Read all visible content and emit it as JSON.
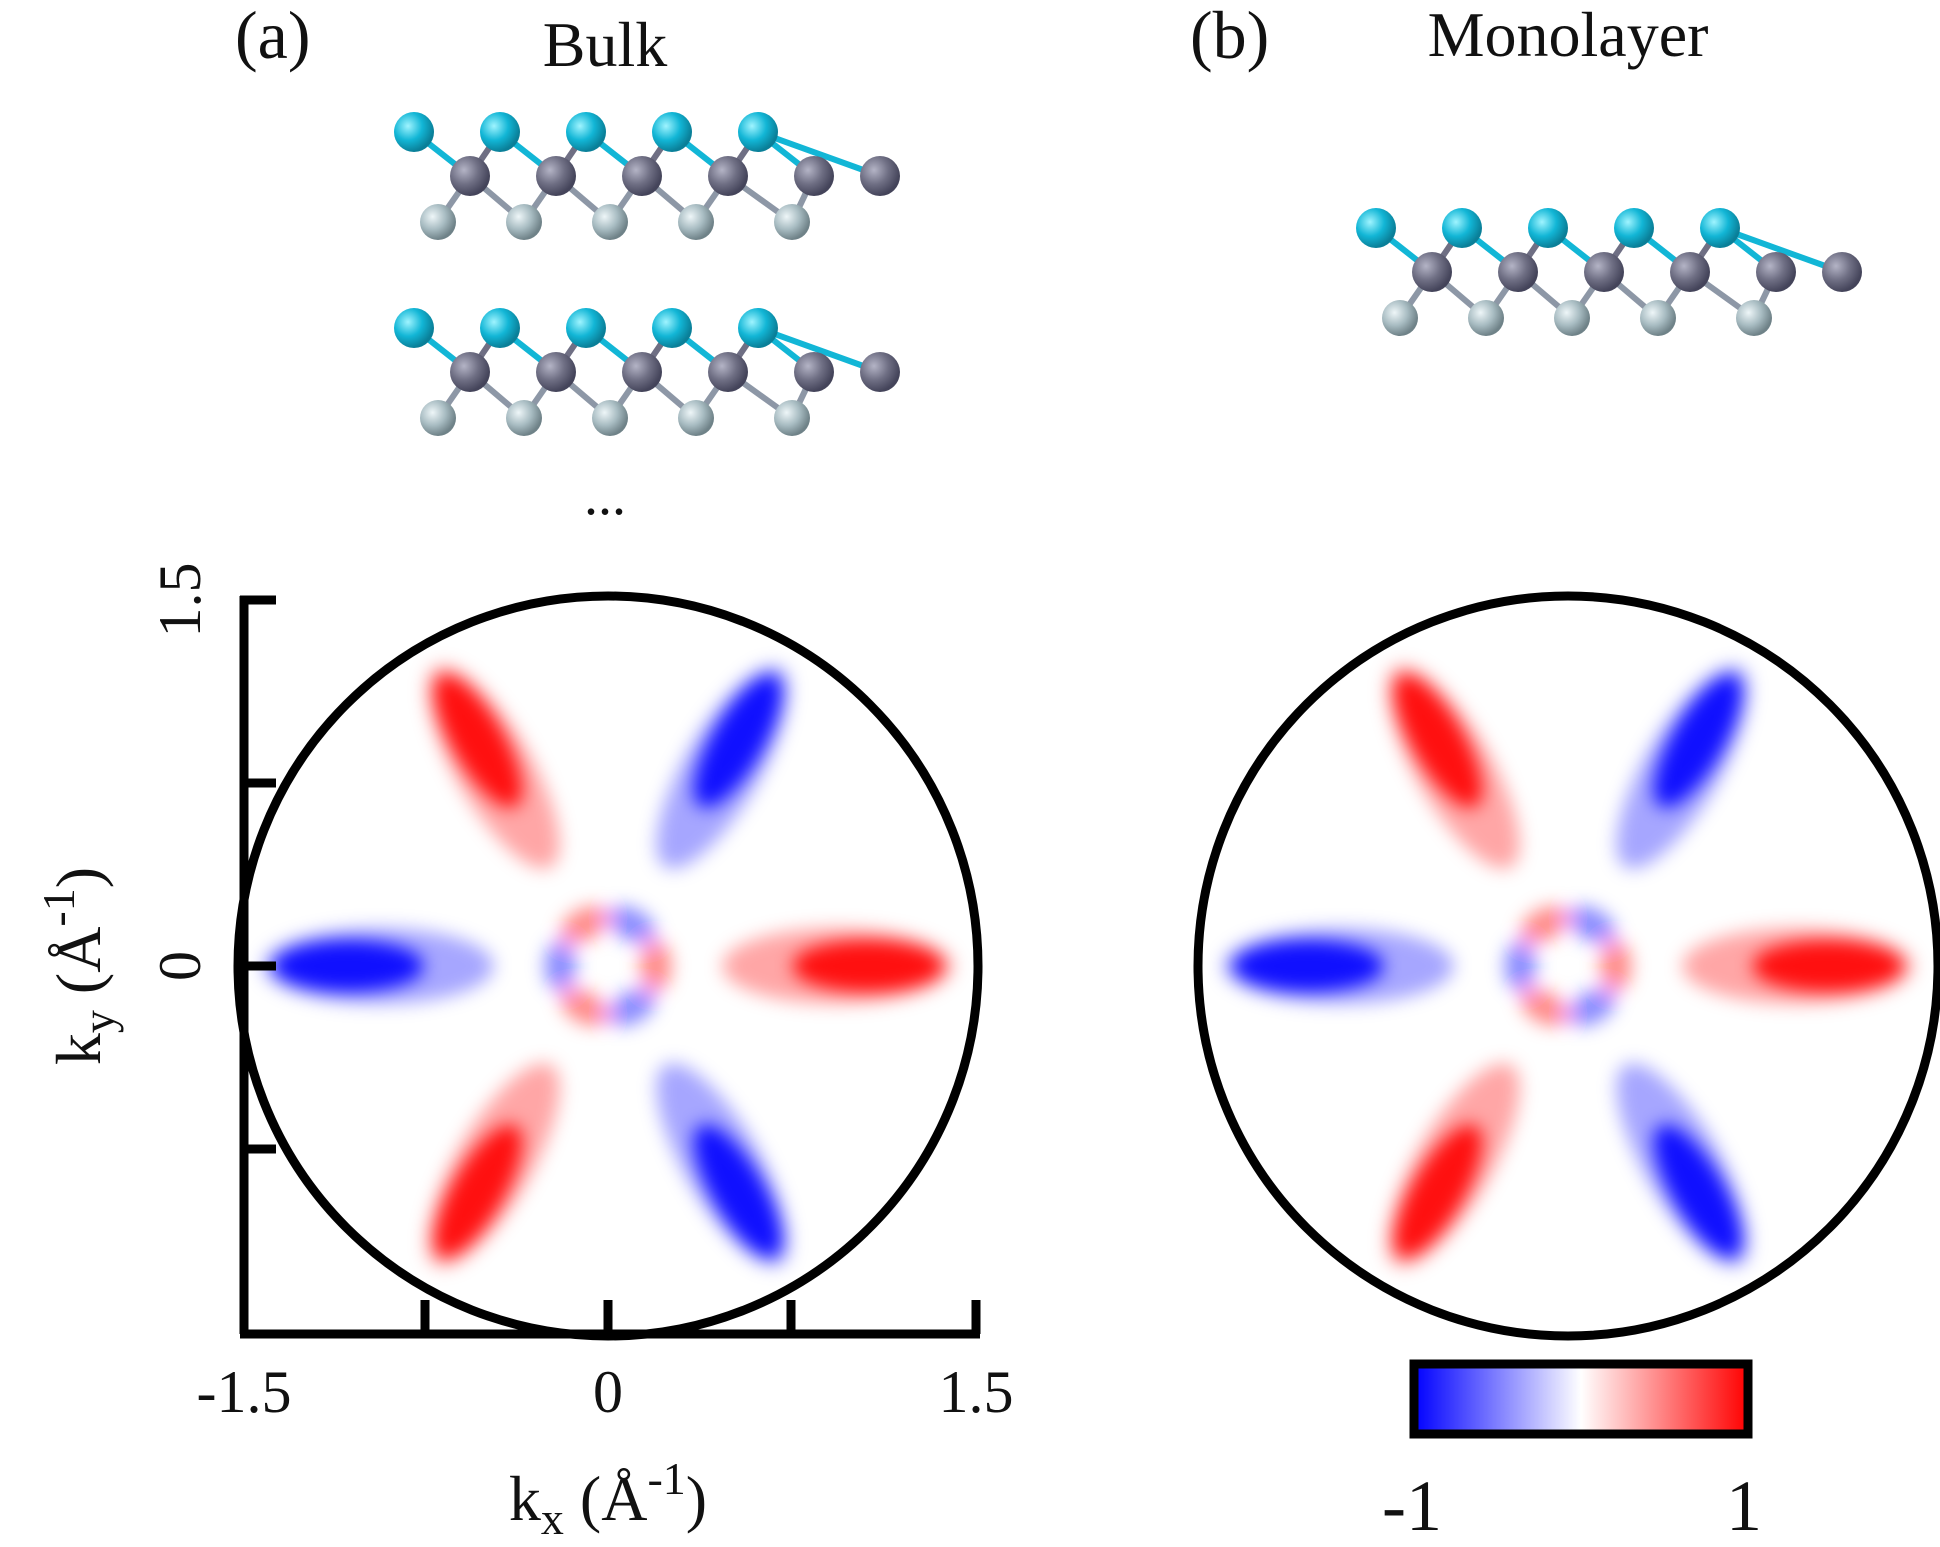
{
  "panels": [
    {
      "id": "a",
      "label": "(a)",
      "title": "Bulk",
      "layers": 2,
      "continuation": "...",
      "pattern_amplitude": 1.0
    },
    {
      "id": "b",
      "label": "(b)",
      "title": "Monolayer",
      "layers": 1,
      "pattern_amplitude": 1.0
    }
  ],
  "axes": {
    "x_tick_labels": [
      "-1.5",
      "0",
      "1.5"
    ],
    "y_tick_labels": [
      "1.5",
      "0"
    ],
    "x_range": [
      -1.5,
      1.5
    ],
    "y_range": [
      -1.5,
      1.5
    ],
    "x_label": {
      "k": "k",
      "sub": "x",
      "open": " (Å",
      "sup": "-1",
      "close": ")"
    },
    "y_label": {
      "k": "k",
      "sub": "y",
      "open": " (Å",
      "sup": "-1",
      "close": ")"
    }
  },
  "colorbar": {
    "min_label": "-1",
    "max_label": "1",
    "range": [
      -1,
      1
    ],
    "colors": [
      "#0000ff",
      "#ffffff",
      "#ff0000"
    ]
  },
  "chart_data": {
    "type": "heatmap",
    "x_range": [
      -1.5,
      1.5
    ],
    "y_range": [
      -1.5,
      1.5
    ],
    "value_range": [
      -1,
      1
    ],
    "pattern": "six-fold lobes; positive (red) at 0, 120, 240 deg, negative (blue) at 60, 180, 300 deg",
    "lobes": [
      {
        "angle_deg": 0,
        "sign": 1,
        "r_start": 0.35,
        "r_end": 1.35
      },
      {
        "angle_deg": 60,
        "sign": -1,
        "r_start": 0.35,
        "r_end": 1.35
      },
      {
        "angle_deg": 120,
        "sign": 1,
        "r_start": 0.35,
        "r_end": 1.35
      },
      {
        "angle_deg": 180,
        "sign": -1,
        "r_start": 0.35,
        "r_end": 1.35
      },
      {
        "angle_deg": 240,
        "sign": 1,
        "r_start": 0.35,
        "r_end": 1.35
      },
      {
        "angle_deg": 300,
        "sign": -1,
        "r_start": 0.35,
        "r_end": 1.35
      }
    ]
  },
  "colors": {
    "chalcogen_top": "#12b6d6",
    "metal": "#6f6f84",
    "chalcogen_bottom": "#a8bcc2",
    "positive": "#ff0000",
    "negative": "#0000ff"
  }
}
